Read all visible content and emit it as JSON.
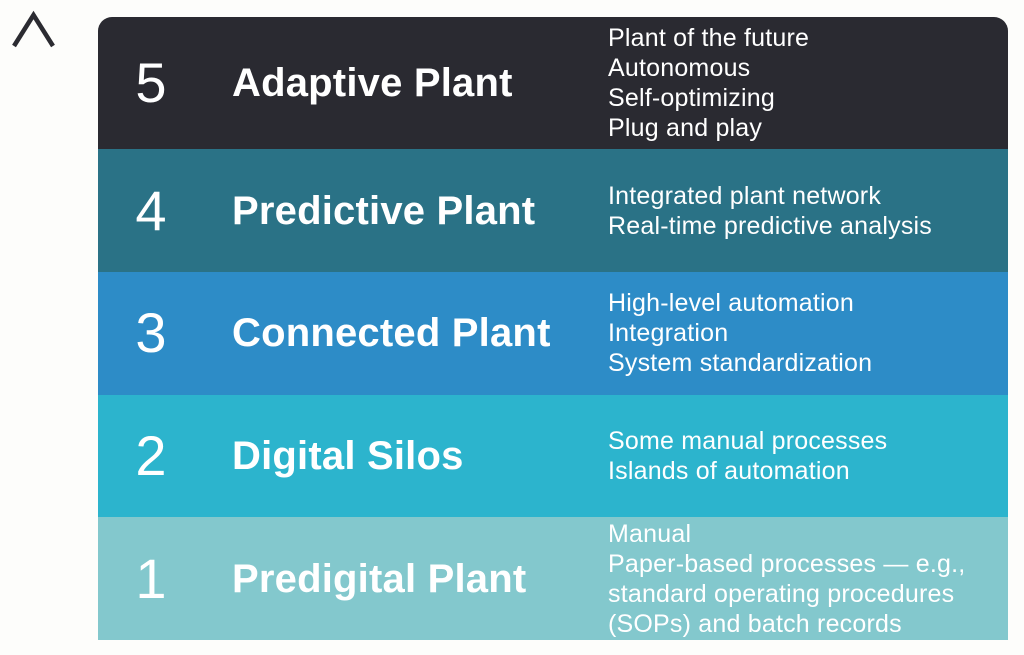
{
  "palette": {
    "background": "#fdfdfb",
    "level5": "#2a2a31",
    "level4": "#2a7286",
    "level3": "#2d8cc7",
    "level2": "#2cb4cd",
    "level1": "#83c8cd",
    "text": "#ffffff",
    "arrow_head": "#2b2b31",
    "arrow_gradient_top": "#2b2b31",
    "arrow_gradient_mid1": "#2a7286",
    "arrow_gradient_mid2": "#2d8cc7",
    "arrow_gradient_mid3": "#2cb4cd",
    "arrow_gradient_bottom": "#9ad4d6"
  },
  "levels": [
    {
      "number": "5",
      "title": "Adaptive Plant",
      "color": "#2a2a31",
      "features": [
        "Plant of the future",
        "Autonomous",
        "Self-optimizing",
        "Plug and play"
      ]
    },
    {
      "number": "4",
      "title": "Predictive Plant",
      "color": "#2a7286",
      "features": [
        "Integrated plant network",
        "Real-time predictive analysis"
      ]
    },
    {
      "number": "3",
      "title": "Connected Plant",
      "color": "#2d8cc7",
      "features": [
        "High-level automation",
        "Integration",
        "System standardization"
      ]
    },
    {
      "number": "2",
      "title": "Digital Silos",
      "color": "#2cb4cd",
      "features": [
        "Some manual processes",
        "Islands of automation"
      ]
    },
    {
      "number": "1",
      "title": "Predigital Plant",
      "color": "#83c8cd",
      "features": [
        "Manual",
        "Paper-based processes — e.g.,",
        "standard operating procedures",
        "(SOPs) and batch records"
      ]
    }
  ]
}
